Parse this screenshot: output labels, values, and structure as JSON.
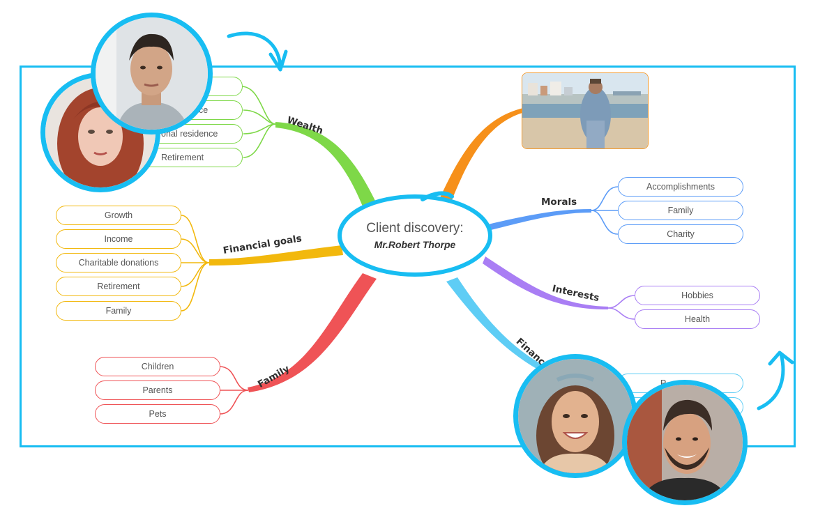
{
  "center": {
    "title": "Client discovery:",
    "subtitle": "Mr.Robert Thorpe"
  },
  "branches": {
    "wealth": {
      "label": "Wealth",
      "color": "#7ed848",
      "items": [
        "",
        "ce",
        "onal residence",
        "Retirement"
      ]
    },
    "financial_goals": {
      "label": "Financial goals",
      "color": "#f2b80d",
      "items": [
        "Growth",
        "Income",
        "Charitable donations",
        "Retirement",
        "Family"
      ]
    },
    "family": {
      "label": "Family",
      "color": "#ef5356",
      "items": [
        "Children",
        "Parents",
        "Pets"
      ]
    },
    "morals": {
      "label": "Morals",
      "color": "#5c9cf7",
      "items": [
        "Accomplishments",
        "Family",
        "Charity"
      ]
    },
    "interests": {
      "label": "Interests",
      "color": "#a97ef4",
      "items": [
        "Hobbies",
        "Health"
      ]
    },
    "financial": {
      "label": "Financia",
      "color": "#5ecdf5",
      "items": [
        "P",
        ""
      ]
    },
    "photo_branch": {
      "color": "#f6901a"
    }
  },
  "colors": {
    "accent": "#18bdf2"
  },
  "photos": [
    {
      "name": "beach-photo"
    },
    {
      "name": "avatar-man-top"
    },
    {
      "name": "avatar-woman-left"
    },
    {
      "name": "avatar-woman-bottom"
    },
    {
      "name": "avatar-man-bottom"
    }
  ]
}
